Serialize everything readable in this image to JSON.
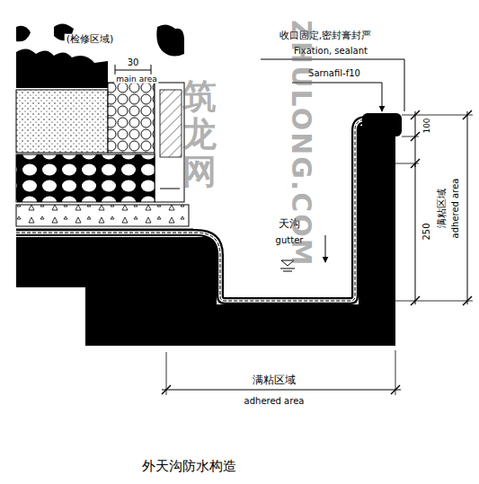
{
  "diagram": {
    "caption": "外天沟防水构造",
    "labels": [
      "(检修区域)",
      "30",
      "main area",
      "收口固定,密封膏封严",
      "Fixation, sealant",
      "Sarnafil-f10",
      "100",
      "250",
      "满粘区域",
      "adhered area",
      "天沟",
      "gutter",
      "满粘区域",
      "adhered area",
      "筑龙网",
      "ZHULONG.COM"
    ]
  }
}
